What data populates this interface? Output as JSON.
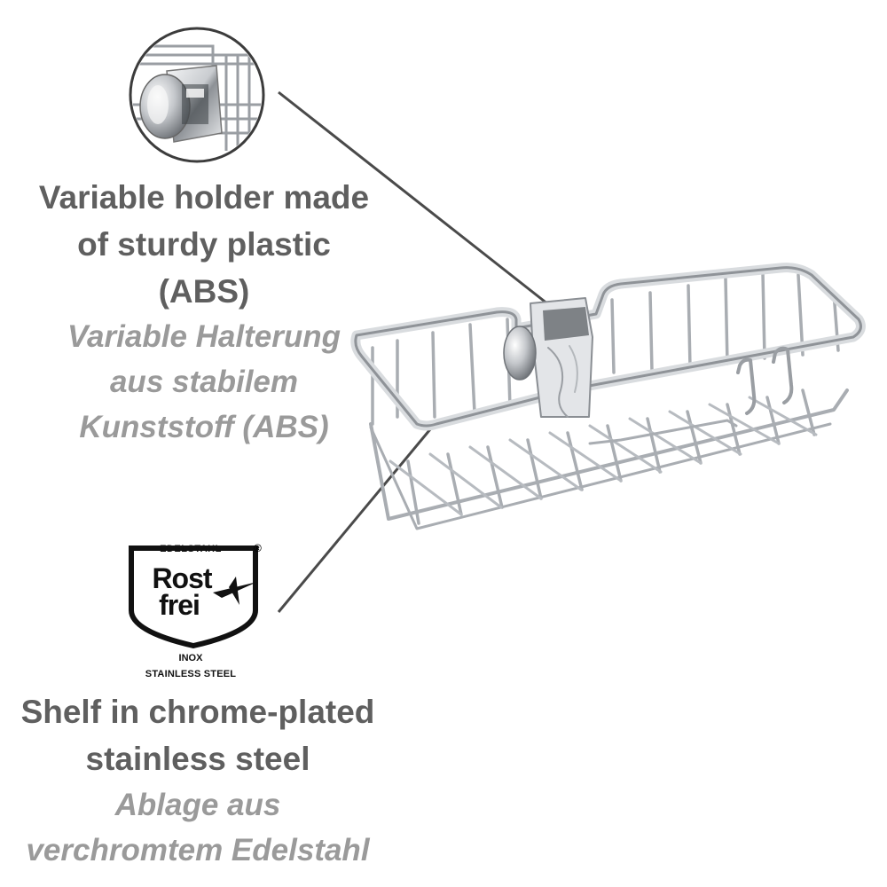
{
  "captions": {
    "holder_en": [
      "Variable holder made",
      "of sturdy plastic",
      "(ABS)"
    ],
    "holder_de": [
      "Variable Halterung",
      "aus stabilem",
      "Kunststoff (ABS)"
    ],
    "shelf_en": [
      "Shelf in chrome-plated",
      "stainless steel"
    ],
    "shelf_de": [
      "Ablage aus",
      "verchromtem Edelstahl"
    ]
  },
  "badge": {
    "top": "EDELSTAHL",
    "reg": "®",
    "word1": "Rost",
    "word2": "frei",
    "inox": "INOX",
    "material": "STAINLESS STEEL"
  },
  "colors": {
    "caption_primary": "#5f5f5f",
    "caption_secondary": "#9a9a9a",
    "chrome_wire": "#a9adb2",
    "chrome_highlight": "#e8eaec",
    "pointer_line": "#4a4a4a"
  }
}
